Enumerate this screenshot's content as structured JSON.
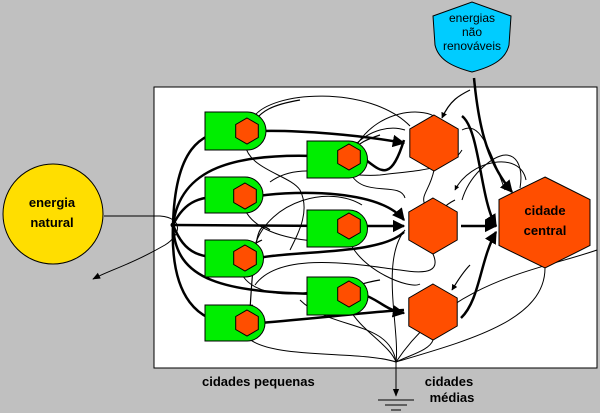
{
  "title": "Energy flow diagram: natural and non-renewable energy through small, medium and central cities",
  "colors": {
    "background": "#c0c0c0",
    "panel": "#ffffff",
    "natural_energy": "#ffde00",
    "non_renewable": "#00ccff",
    "city_hex": "#ff4e00",
    "small_city_box": "#00ee00",
    "stroke": "#000000"
  },
  "nodes": {
    "natural_energy": {
      "label_line1": "energia",
      "label_line2": "natural"
    },
    "non_renewable": {
      "label_line1": "energias",
      "label_line2": "não",
      "label_line3": "renováveis"
    },
    "central_city": {
      "label_line1": "cidade",
      "label_line2": "central"
    }
  },
  "small_cities": [
    {
      "id": "small-city-1"
    },
    {
      "id": "small-city-2"
    },
    {
      "id": "small-city-3"
    },
    {
      "id": "small-city-4"
    },
    {
      "id": "small-city-5"
    },
    {
      "id": "small-city-6"
    }
  ],
  "medium_cities": [
    {
      "id": "medium-city-1"
    },
    {
      "id": "medium-city-2"
    },
    {
      "id": "medium-city-3"
    }
  ],
  "captions": {
    "small_cities": "cidades pequenas",
    "medium_cities_line1": "cidades",
    "medium_cities_line2": "médias"
  },
  "sink": {
    "icon": "ground-heat-sink-icon"
  }
}
